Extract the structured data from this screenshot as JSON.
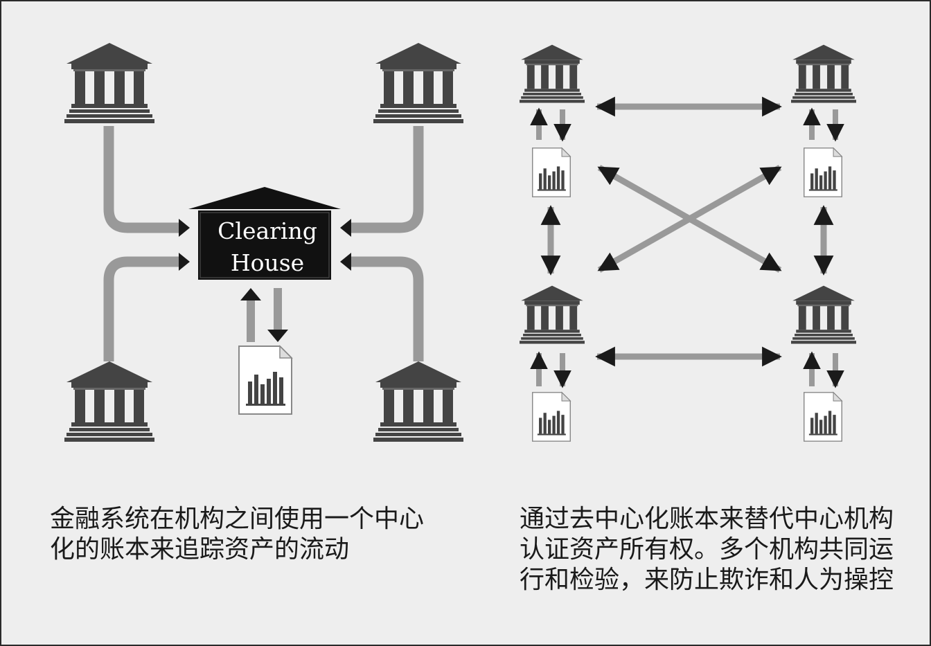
{
  "clearing_house": {
    "line1": "Clearing",
    "line2": "House"
  },
  "captions": {
    "left": "金融系统在机构之间使用一个中心\n化的账本来追踪资产的流动",
    "right": "通过去中心化账本来替代中心机构\n认证资产所有权。多个机构共同运\n行和检验，来防止欺诈和人为操控"
  },
  "colors": {
    "background": "#eeeeee",
    "bank": "#444444",
    "arrow": "#999999",
    "dark": "#1a1a1a"
  },
  "icons": [
    "bank-icon",
    "document-chart-icon",
    "clearing-house-icon"
  ]
}
